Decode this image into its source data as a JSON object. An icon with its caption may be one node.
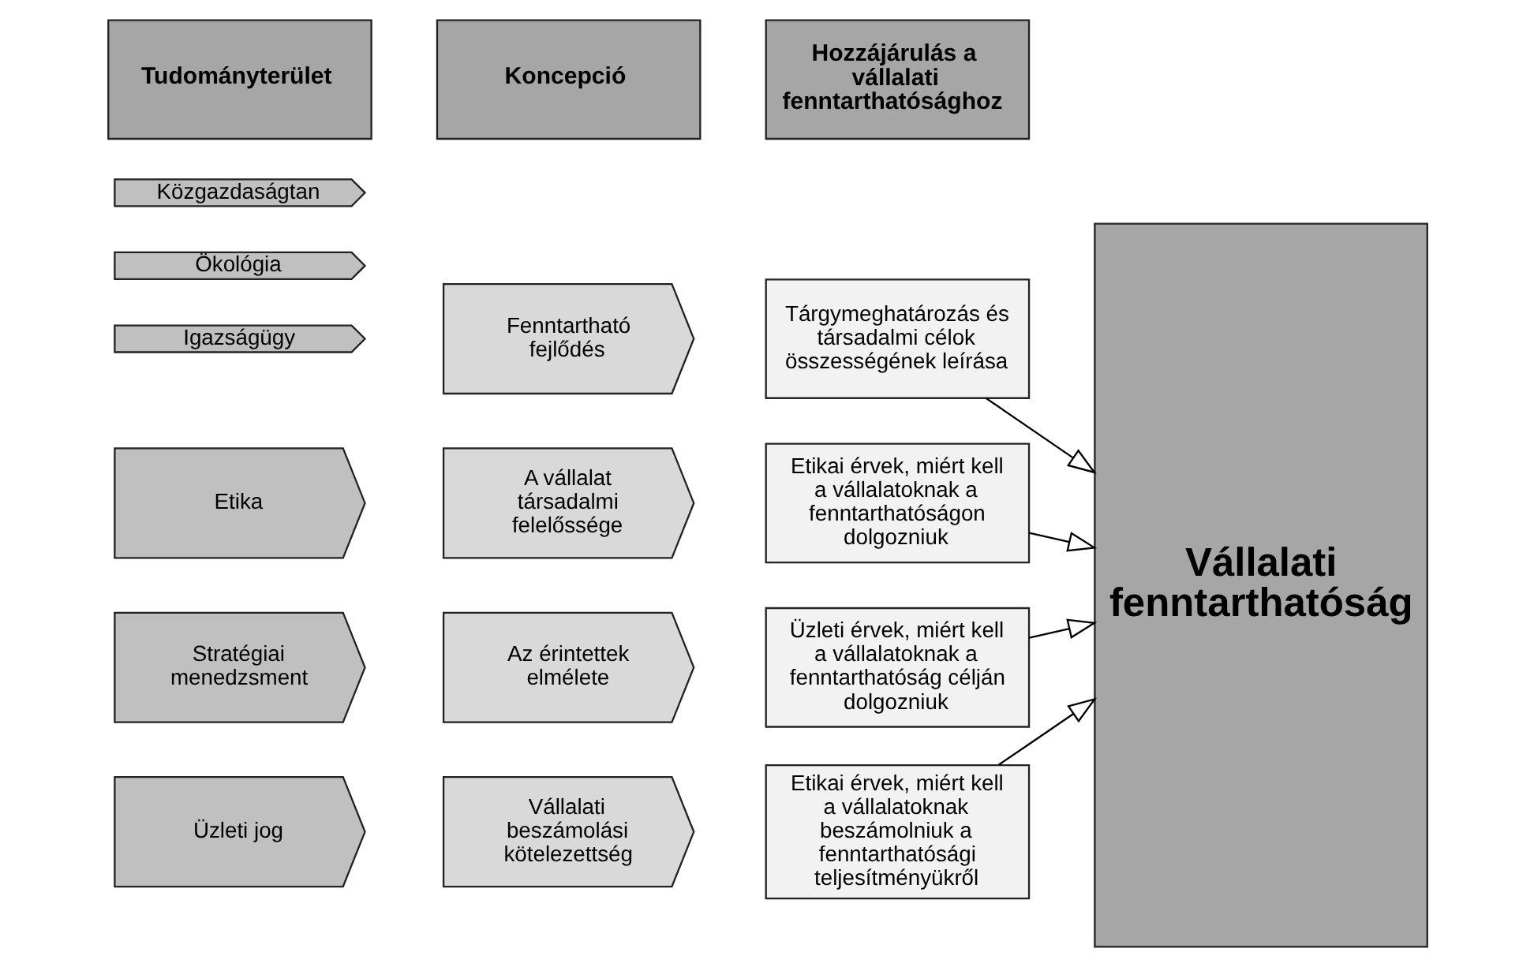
{
  "diagram": {
    "nodes": [
      {
        "text": [
          "Tudományterület"
        ]
      },
      {
        "text": [
          "Koncepció"
        ]
      },
      {
        "text": [
          "Hozzájárulás a vállalati fenntarthatósághoz"
        ]
      },
      {
        "text": [
          "Közgazdaságtan"
        ]
      },
      {
        "text": [
          "Ökológia"
        ]
      },
      {
        "text": [
          "Igazságügy"
        ]
      },
      {
        "text": [
          "Fenntartható fejlődés"
        ]
      },
      {
        "text": [
          "Tárgymeghatározás és társadalmi célok összességének leírása"
        ]
      },
      {
        "text": [
          "Etika"
        ]
      },
      {
        "text": [
          "A vállalat társadalmi felelőssége"
        ]
      },
      {
        "text": [
          "Etikai érvek, miért kell a vállalatoknak a fenntarthatóságon dolgozniuk"
        ]
      },
      {
        "text": [
          "Stratégiai menedzsment"
        ]
      },
      {
        "text": [
          "Az érintettek elmélete"
        ]
      },
      {
        "text": [
          "Üzleti érvek, miért kell a vállalatoknak a fenntarthatóság célján dolgozniuk"
        ]
      },
      {
        "text": [
          "Üzleti jog"
        ]
      },
      {
        "text": [
          "Vállalati beszámolási kötelezettség"
        ]
      },
      {
        "text": [
          "Etikai érvek, miért kell a vállalatoknak beszámolniuk a fenntarthatósági teljesítményükről"
        ]
      },
      {
        "text": [
          "Vállalati fenntarthatóság"
        ]
      }
    ],
    "edges": [
      {
        "from": 7,
        "to": 17,
        "arrow": "to"
      },
      {
        "from": 10,
        "to": 17,
        "arrow": "to"
      },
      {
        "from": 13,
        "to": 17,
        "arrow": "to"
      },
      {
        "from": 16,
        "to": 17,
        "arrow": "to"
      }
    ]
  }
}
